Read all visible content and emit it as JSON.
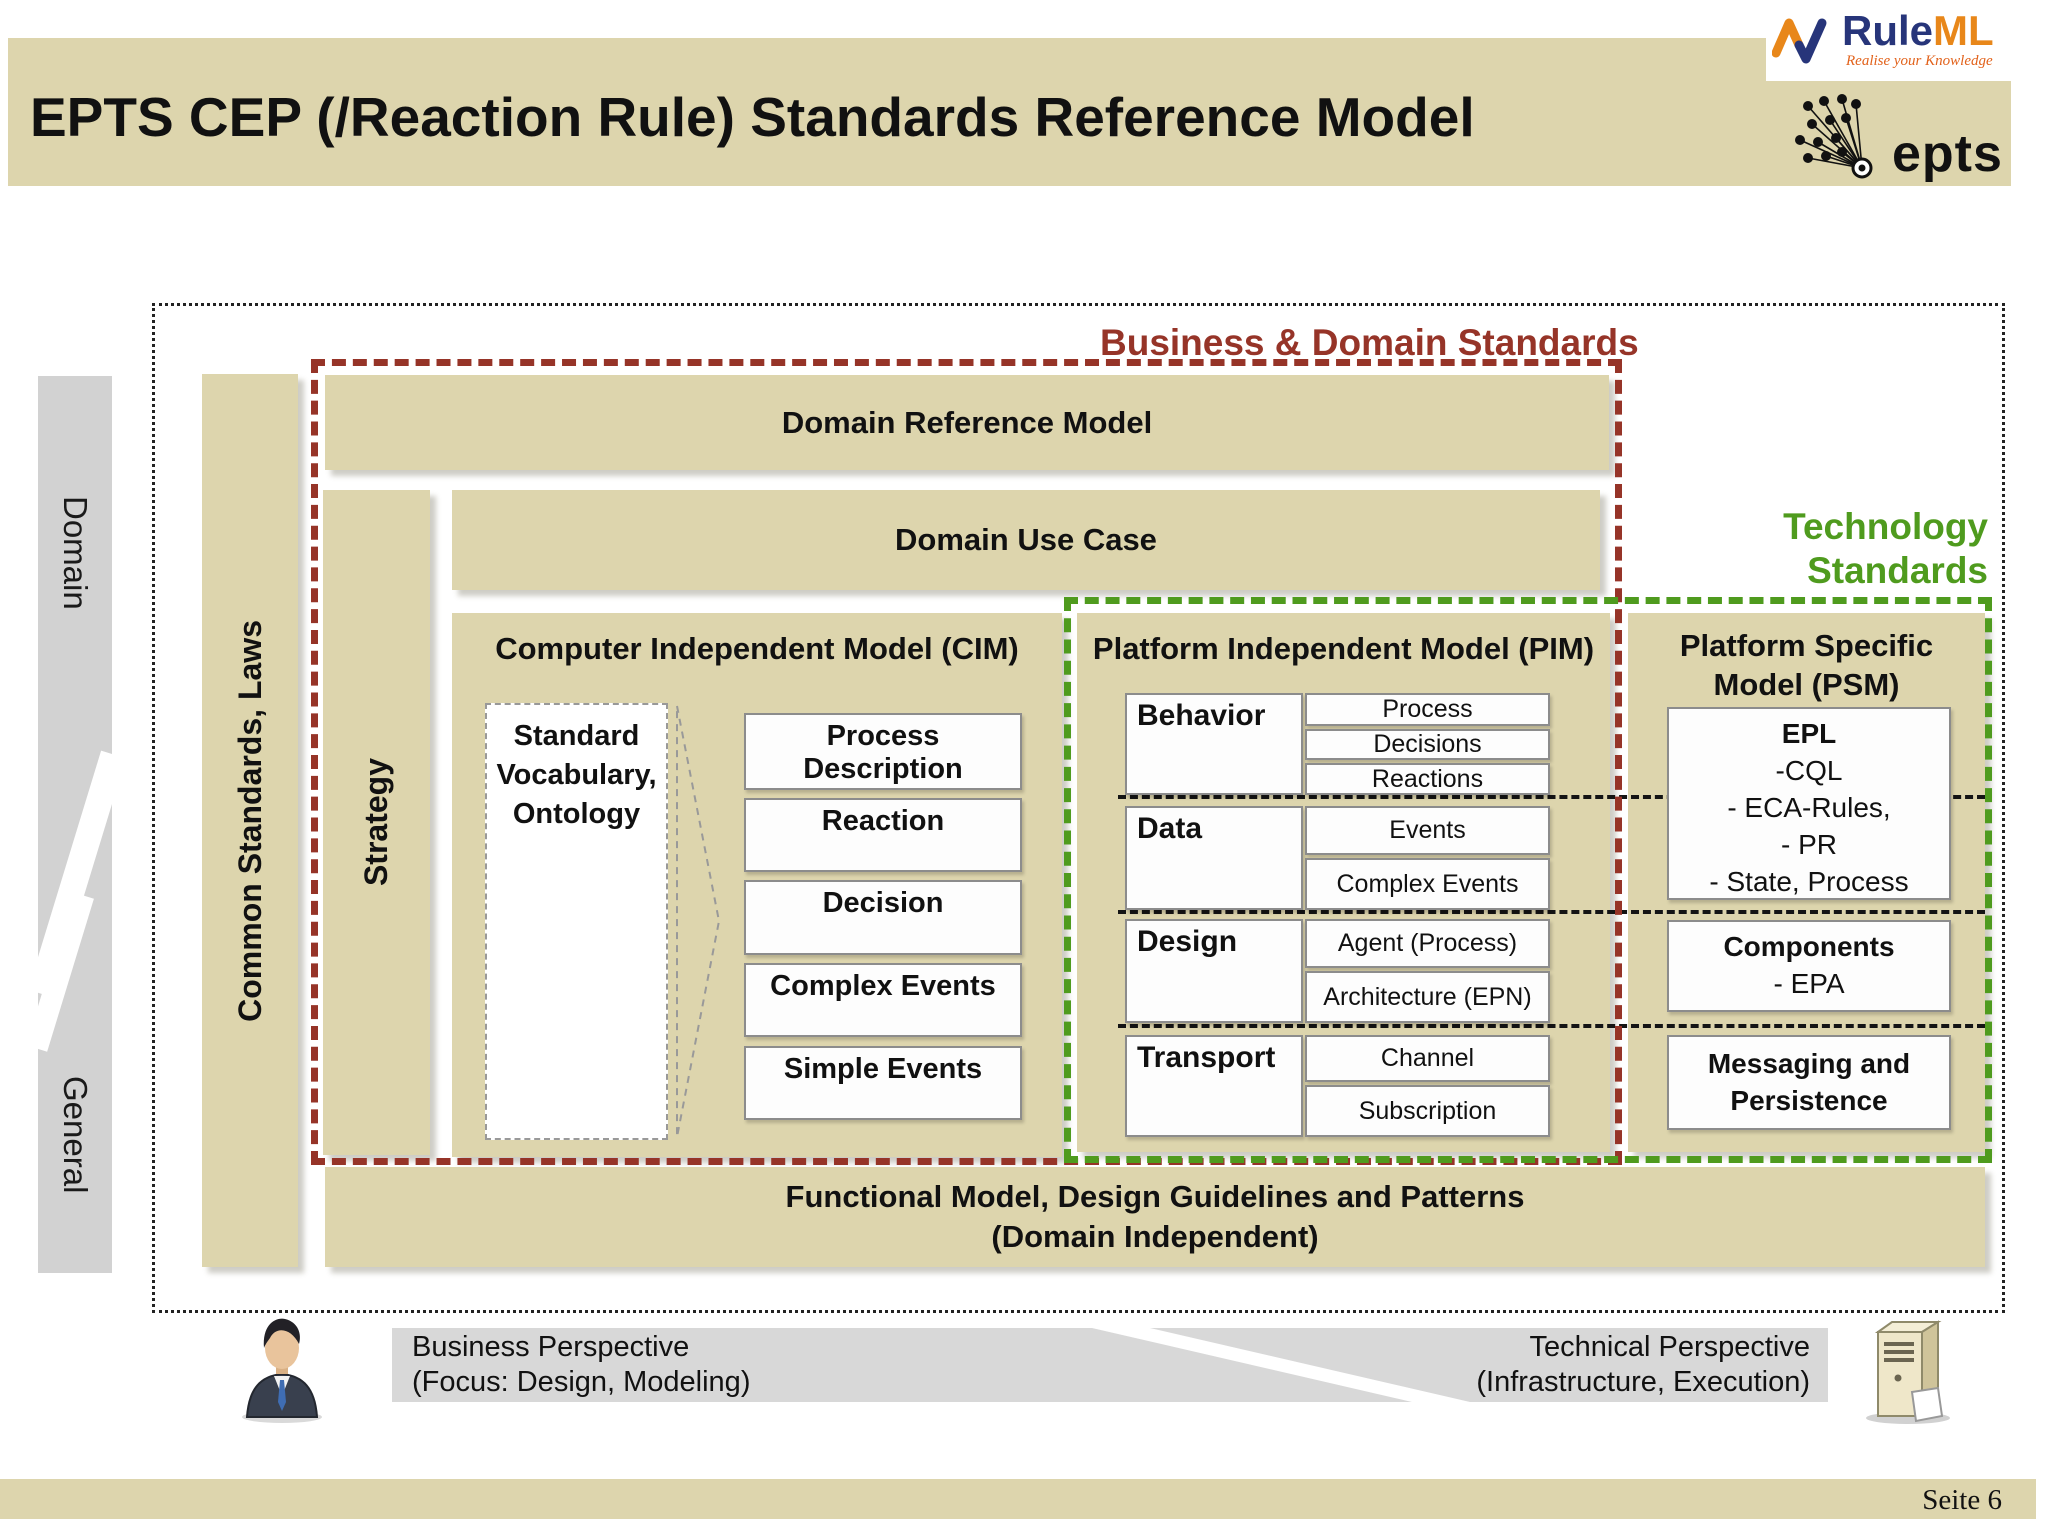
{
  "colors": {
    "tan": "#ddd5ad",
    "accent_red": "#963428",
    "accent_green": "#4f9b1e",
    "band_gray": "#d8d8d8",
    "side_gray": "#d2d2d2"
  },
  "icons": {
    "ruleml_swoosh": "pulse-zigzag",
    "epts_mark": "dandelion-network",
    "business_perspective": "person-bust",
    "technical_perspective": "computer-tower"
  },
  "header": {
    "title": "EPTS CEP (/Reaction Rule) Standards Reference Model",
    "ruleml": {
      "part1": "Rule",
      "part2": "ML",
      "tagline": "Realise your Knowledge"
    },
    "epts_label": "epts"
  },
  "diagram": {
    "side": {
      "domain": "Domain",
      "general": "General"
    },
    "common_standards": "Common Standards, Laws",
    "strategy": "Strategy",
    "business_domain_heading": "Business & Domain Standards",
    "technology_heading": "Technology Standards",
    "domain_reference_model": "Domain Reference Model",
    "domain_use_case": "Domain Use Case",
    "cim": {
      "title": "Computer Independent Model (CIM)",
      "vocab": "Standard Vocabulary, Ontology",
      "boxes": [
        "Process Description",
        "Reaction",
        "Decision",
        "Complex Events",
        "Simple Events"
      ]
    },
    "pim": {
      "title": "Platform Independent Model (PIM)",
      "groups": [
        {
          "label": "Behavior",
          "items": [
            "Process",
            "Decisions",
            "Reactions"
          ]
        },
        {
          "label": "Data",
          "items": [
            "Events",
            "Complex Events"
          ]
        },
        {
          "label": "Design",
          "items": [
            "Agent (Process)",
            "Architecture (EPN)"
          ]
        },
        {
          "label": "Transport",
          "items": [
            "Channel",
            "Subscription"
          ]
        }
      ]
    },
    "psm": {
      "title": "Platform Specific Model (PSM)",
      "epl": {
        "title": "EPL",
        "lines": [
          "-CQL",
          "- ECA-Rules,",
          "- PR",
          "- State, Process"
        ]
      },
      "components": {
        "title": "Components",
        "lines": [
          "- EPA"
        ]
      },
      "messaging": {
        "title": "Messaging and Persistence"
      }
    },
    "functional": {
      "line1": "Functional Model, Design Guidelines and Patterns",
      "line2": "(Domain Independent)"
    }
  },
  "footer": {
    "business": {
      "line1": "Business Perspective",
      "line2": "(Focus: Design, Modeling)"
    },
    "technical": {
      "line1": "Technical Perspective",
      "line2": "(Infrastructure, Execution)"
    },
    "page_label": "Seite 6"
  }
}
